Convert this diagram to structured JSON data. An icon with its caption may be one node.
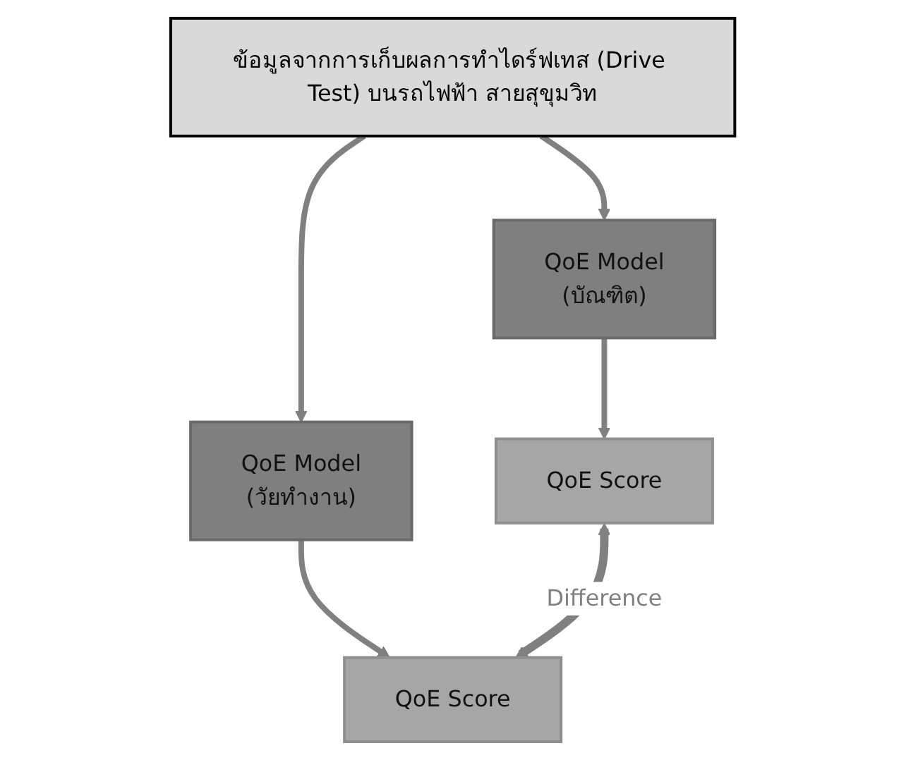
{
  "diagram": {
    "nodes": [
      {
        "text": [
          "ข้อมูลจากการเก็บผลการทำไดร์ฟเทส (Drive Test) บนรถไฟฟ้า สายสุขุมวิท"
        ]
      },
      {
        "text": [
          "QoE Model",
          "(บัณฑิต)"
        ]
      },
      {
        "text": [
          "QoE Model",
          "(วัยทำงาน)"
        ]
      },
      {
        "text": [
          "QoE Score"
        ]
      },
      {
        "text": [
          "QoE Score"
        ]
      }
    ],
    "edges": [
      {
        "from": 0,
        "to": 1,
        "arrow": "to"
      },
      {
        "from": 0,
        "to": 2,
        "arrow": "to"
      },
      {
        "from": 1,
        "to": 3,
        "arrow": "to"
      },
      {
        "from": 2,
        "to": 4,
        "arrow": "to"
      },
      {
        "from": 3,
        "to": 4,
        "arrow": "both",
        "label": "Difference"
      }
    ]
  }
}
